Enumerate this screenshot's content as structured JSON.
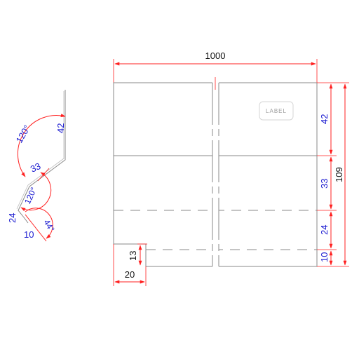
{
  "profile": {
    "angles": {
      "top": "120°",
      "middle": "120°",
      "bottom": "44°"
    },
    "lengths": {
      "top": "42",
      "middle": "33",
      "lower": "24",
      "bottom": "10"
    }
  },
  "sheet": {
    "width_label": "1000",
    "label_tag": "LABEL",
    "right_dims": [
      "42",
      "33",
      "24",
      "10"
    ],
    "total_dim": "109",
    "notch_width": "20",
    "notch_height": "13"
  },
  "colors": {
    "dimension_line": "#ff2020",
    "dimension_text": "#1a1ad0",
    "outline": "#8a8a8a"
  }
}
